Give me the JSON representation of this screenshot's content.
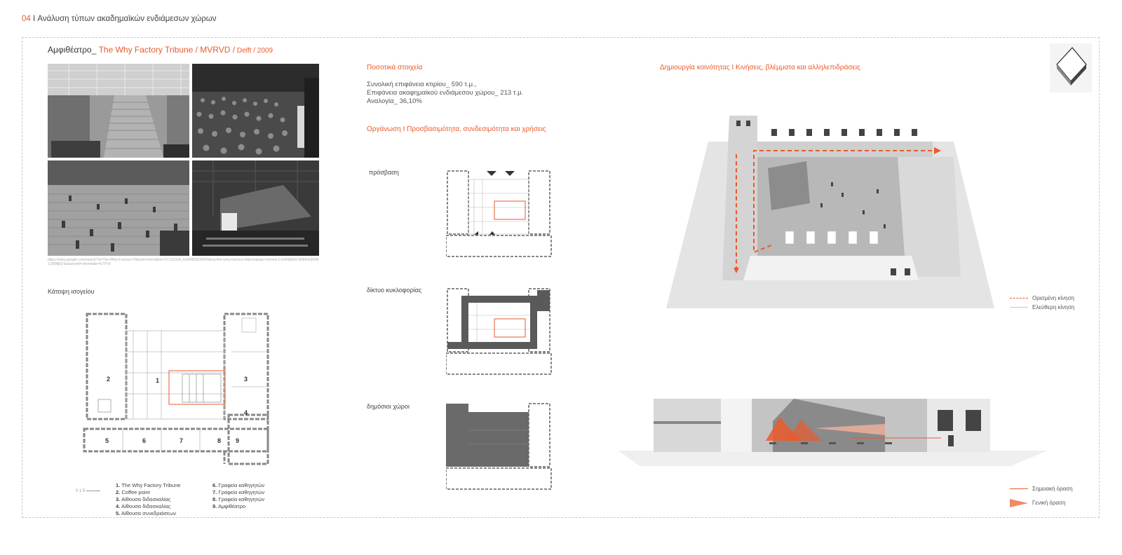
{
  "header": {
    "number": "04",
    "title": " I Ανάλυση τύπων ακαδημαϊκών ενδιάμεσων χώρων"
  },
  "project": {
    "prefix": "Αμφιθέατρο_ ",
    "name": "The Why Factory Tribune / MVRVD /",
    "place_year": " Delft / 2009"
  },
  "photos_source": "https://www.google.com/search?q=The+Why+Factory+Tribune+mvrvd&rlz=1C1GCEA_enGR829GR829&oq=the+why+factory+tribune&aqs=chrome.0.69i59j69i57j69i60l2j69i61.5808j0j7&sourceid=chrome&ie=UTF-8",
  "ground_plan": {
    "title": "Κάτοψη ισογείου",
    "room_numbers": [
      "1",
      "2",
      "3",
      "4",
      "5",
      "6",
      "7",
      "8",
      "9"
    ],
    "scale_text": "0 1 5",
    "legend_col1": [
      {
        "n": "1.",
        "t": "The Why Factory Tribune"
      },
      {
        "n": "2.",
        "t": "Coffee point"
      },
      {
        "n": "3.",
        "t": "Αίθουσα διδασκαλίας"
      },
      {
        "n": "4.",
        "t": "Αίθουσα διδασκαλίας"
      },
      {
        "n": "5.",
        "t": "Αίθουσα συνεδριάσεων"
      }
    ],
    "legend_col2": [
      {
        "n": "6.",
        "t": "Γραφεία καθηγητών"
      },
      {
        "n": "7.",
        "t": "Γραφεία καθηγητών"
      },
      {
        "n": "8.",
        "t": "Γραφεία καθηγητών"
      },
      {
        "n": "9.",
        "t": "Αμφιθέατρο"
      }
    ]
  },
  "quantitative": {
    "title": "Ποσοτικά στοιχεία",
    "lines": [
      "Συνολική επιφάνεια κτιρίου_ 590 τ.μ.,",
      "Επιφάνεια ακαφημαϊκού ενδιάμεσου χώρου_ 213 τ.μ.",
      "Αναλογία_ 36,10%"
    ]
  },
  "organization": {
    "title": "Οργάνωση I Προσβασιμότητα, συνδεσιμότητα και χρήσεις",
    "diagrams": [
      "πρόσβαση",
      "δίκτυο κυκλοφορίας",
      "δημόσιοι χώροι"
    ]
  },
  "community": {
    "title": "Δημιουργία κοινότητας I Κινήσεις, βλέμματα και αλληλεπιδράσεις",
    "movement_legend": [
      "Ορισμένη κίνηση",
      "Ελεύθερη κίνηση"
    ],
    "view_legend": [
      "Σημειακή όραση",
      "Γενική όραση"
    ]
  },
  "colors": {
    "accent": "#ea5a2c",
    "text": "#333333",
    "border": "#c9c9c9"
  }
}
